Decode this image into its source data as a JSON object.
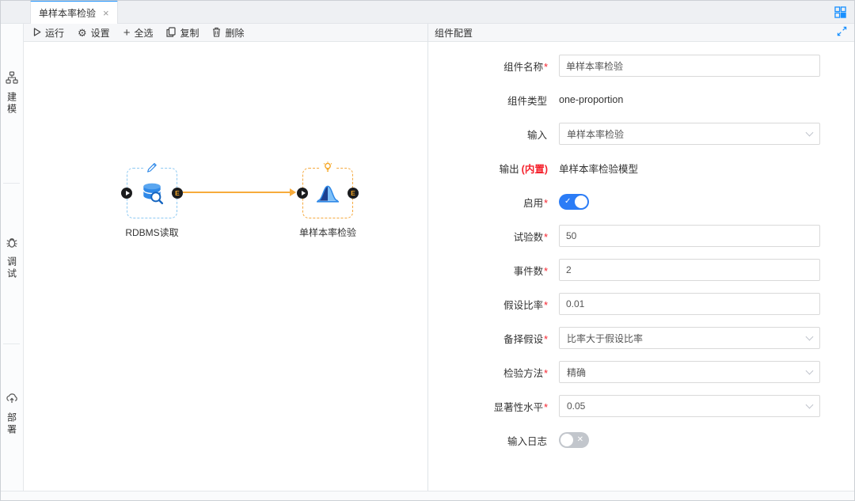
{
  "colors": {
    "accent": "#1890ff",
    "required": "#f5222d",
    "edge": "#f7ab3c",
    "toggle_on": "#2b7cf6"
  },
  "icons": {
    "close": "×",
    "check": "✓",
    "cross": "✕",
    "gear": "⚙",
    "plus": "+"
  },
  "tabbar": {
    "tabs": [
      {
        "label": "单样本率检验",
        "active": true
      }
    ]
  },
  "sidebar": {
    "items": [
      {
        "name": "modeling",
        "label": "建模"
      },
      {
        "name": "debug",
        "label": "调试"
      },
      {
        "name": "deploy",
        "label": "部署"
      }
    ]
  },
  "canvas_toolbar": {
    "items": [
      {
        "name": "run",
        "label": "运行"
      },
      {
        "name": "settings",
        "label": "设置"
      },
      {
        "name": "select-all",
        "label": "全选"
      },
      {
        "name": "copy",
        "label": "复制"
      },
      {
        "name": "delete",
        "label": "删除"
      }
    ]
  },
  "canvas": {
    "port_out_label": "E",
    "nodes": [
      {
        "name": "rdbms-read",
        "label": "RDBMS读取",
        "selected": false
      },
      {
        "name": "one-proportion",
        "label": "单样本率检验",
        "selected": true
      }
    ],
    "edges": [
      {
        "from": "rdbms-read",
        "to": "one-proportion"
      }
    ]
  },
  "panel": {
    "title": "组件配置",
    "fields": [
      {
        "label": "组件名称",
        "mark": "*",
        "type": "input",
        "value": "单样本率检验"
      },
      {
        "label": "组件类型",
        "mark": "",
        "type": "text",
        "value": "one-proportion"
      },
      {
        "label": "输入",
        "mark": "",
        "type": "select",
        "value": "单样本率检验"
      },
      {
        "label": "输出",
        "mark": "",
        "suffix": "(内置)",
        "type": "text",
        "value": "单样本率检验模型"
      },
      {
        "label": "启用",
        "mark": "*",
        "type": "toggle",
        "value": "on"
      },
      {
        "label": "试验数",
        "mark": "*",
        "type": "input",
        "value": "50"
      },
      {
        "label": "事件数",
        "mark": "*",
        "type": "input",
        "value": "2"
      },
      {
        "label": "假设比率",
        "mark": "*",
        "type": "input",
        "value": "0.01"
      },
      {
        "label": "备择假设",
        "mark": "*",
        "type": "select",
        "value": "比率大于假设比率"
      },
      {
        "label": "检验方法",
        "mark": "*",
        "type": "select",
        "value": "精确"
      },
      {
        "label": "显著性水平",
        "mark": "*",
        "type": "select",
        "value": "0.05"
      },
      {
        "label": "输入日志",
        "mark": "",
        "type": "toggle",
        "value": "off"
      }
    ]
  }
}
